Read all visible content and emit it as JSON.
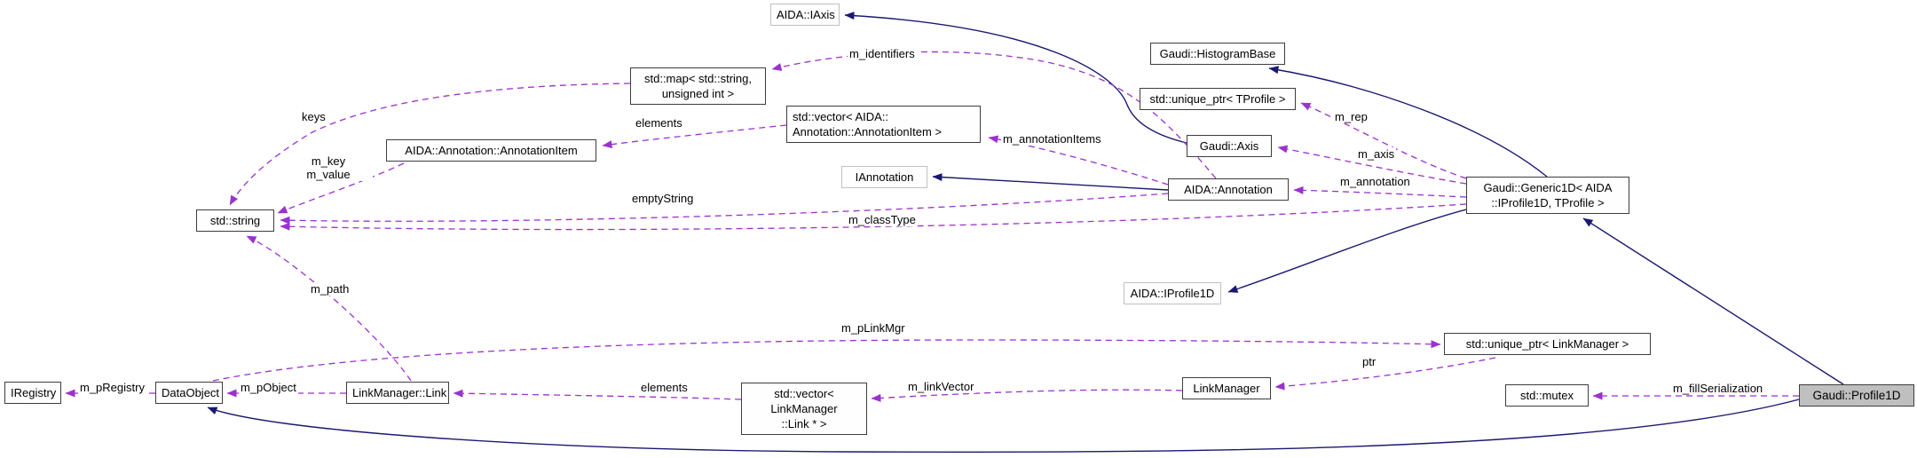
{
  "diagram_type": "doxygen-collaboration-graph",
  "colors": {
    "inheritance_edge": "#191970",
    "member_edge": "#9a32cd",
    "node_border": "#3d3d3d",
    "undocumented_node_border": "#c0c0c0",
    "main_node_fill": "#bfbfbf",
    "background": "#ffffff"
  },
  "nodes": {
    "aida_iaxis": {
      "label": "AIDA::IAxis"
    },
    "histogrambase": {
      "label": "Gaudi::HistogramBase"
    },
    "std_map": {
      "label": "std::map< std::string,\nunsigned int >"
    },
    "unique_tprofile": {
      "label": "std::unique_ptr< TProfile >"
    },
    "vector_annitem": {
      "label": "std::vector< AIDA::\nAnnotation::AnnotationItem >"
    },
    "gaudi_axis": {
      "label": "Gaudi::Axis"
    },
    "annotationitem": {
      "label": "AIDA::Annotation::AnnotationItem"
    },
    "iannotation": {
      "label": "IAnnotation"
    },
    "aida_annotation": {
      "label": "AIDA::Annotation"
    },
    "generic1d": {
      "label": "Gaudi::Generic1D< AIDA\n::IProfile1D, TProfile >"
    },
    "std_string": {
      "label": "std::string"
    },
    "iprofile1d": {
      "label": "AIDA::IProfile1D"
    },
    "iregistry": {
      "label": "IRegistry"
    },
    "dataobject": {
      "label": "DataObject"
    },
    "link": {
      "label": "LinkManager::Link"
    },
    "vector_link": {
      "label": "std::vector< LinkManager\n::Link * >"
    },
    "linkmanager": {
      "label": "LinkManager"
    },
    "unique_linkmanager": {
      "label": "std::unique_ptr< LinkManager >"
    },
    "mutex": {
      "label": "std::mutex"
    },
    "profile1d": {
      "label": "Gaudi::Profile1D"
    }
  },
  "edge_labels": {
    "m_identifiers": "m_identifiers",
    "keys": "keys",
    "elements_upper": "elements",
    "m_annotationItems": "m_annotationItems",
    "m_rep": "m_rep",
    "m_axis": "m_axis",
    "m_key_m_value": "m_key\nm_value",
    "m_annotation": "m_annotation",
    "emptyString": "emptyString",
    "m_classType": "m_classType",
    "m_path": "m_path",
    "m_pLinkMgr": "m_pLinkMgr",
    "m_pRegistry": "m_pRegistry",
    "m_pObject": "m_pObject",
    "elements_lower": "elements",
    "m_linkVector": "m_linkVector",
    "ptr": "ptr",
    "m_fillSerialization": "m_fillSerialization"
  },
  "edges": [
    {
      "from": "Gaudi::Axis",
      "to": "AIDA::IAxis",
      "type": "inheritance"
    },
    {
      "from": "Gaudi::Generic1D< AIDA::IProfile1D, TProfile >",
      "to": "Gaudi::HistogramBase",
      "type": "inheritance"
    },
    {
      "from": "AIDA::Annotation",
      "to": "IAnnotation",
      "type": "inheritance"
    },
    {
      "from": "Gaudi::Generic1D< AIDA::IProfile1D, TProfile >",
      "to": "AIDA::IProfile1D",
      "type": "inheritance"
    },
    {
      "from": "Gaudi::Profile1D",
      "to": "Gaudi::Generic1D< AIDA::IProfile1D, TProfile >",
      "type": "inheritance"
    },
    {
      "from": "Gaudi::Profile1D",
      "to": "DataObject",
      "type": "inheritance"
    },
    {
      "from": "std::map< std::string, unsigned int >",
      "to": "std::string",
      "type": "member",
      "label": "keys"
    },
    {
      "from": "AIDA::Annotation::AnnotationItem",
      "to": "std::string",
      "type": "member",
      "label": "m_key m_value"
    },
    {
      "from": "AIDA::Annotation",
      "to": "std::map< std::string, unsigned int >",
      "type": "member",
      "label": "m_identifiers"
    },
    {
      "from": "AIDA::Annotation",
      "to": "std::vector< AIDA::Annotation::AnnotationItem >",
      "type": "member",
      "label": "m_annotationItems"
    },
    {
      "from": "std::vector< AIDA::Annotation::AnnotationItem >",
      "to": "AIDA::Annotation::AnnotationItem",
      "type": "member",
      "label": "elements"
    },
    {
      "from": "AIDA::Annotation",
      "to": "std::string",
      "type": "member",
      "label": "emptyString"
    },
    {
      "from": "Gaudi::Generic1D< AIDA::IProfile1D, TProfile >",
      "to": "std::string",
      "type": "member",
      "label": "m_classType"
    },
    {
      "from": "Gaudi::Generic1D< AIDA::IProfile1D, TProfile >",
      "to": "std::unique_ptr< TProfile >",
      "type": "member",
      "label": "m_rep"
    },
    {
      "from": "Gaudi::Generic1D< AIDA::IProfile1D, TProfile >",
      "to": "Gaudi::Axis",
      "type": "member",
      "label": "m_axis"
    },
    {
      "from": "Gaudi::Generic1D< AIDA::IProfile1D, TProfile >",
      "to": "AIDA::Annotation",
      "type": "member",
      "label": "m_annotation"
    },
    {
      "from": "LinkManager::Link",
      "to": "std::string",
      "type": "member",
      "label": "m_path"
    },
    {
      "from": "DataObject",
      "to": "std::unique_ptr< LinkManager >",
      "type": "member",
      "label": "m_pLinkMgr"
    },
    {
      "from": "DataObject",
      "to": "IRegistry",
      "type": "member",
      "label": "m_pRegistry"
    },
    {
      "from": "LinkManager::Link",
      "to": "DataObject",
      "type": "member",
      "label": "m_pObject"
    },
    {
      "from": "std::vector< LinkManager::Link * >",
      "to": "LinkManager::Link",
      "type": "member",
      "label": "elements"
    },
    {
      "from": "LinkManager",
      "to": "std::vector< LinkManager::Link * >",
      "type": "member",
      "label": "m_linkVector"
    },
    {
      "from": "std::unique_ptr< LinkManager >",
      "to": "LinkManager",
      "type": "member",
      "label": "ptr"
    },
    {
      "from": "Gaudi::Profile1D",
      "to": "std::mutex",
      "type": "member",
      "label": "m_fillSerialization"
    }
  ]
}
